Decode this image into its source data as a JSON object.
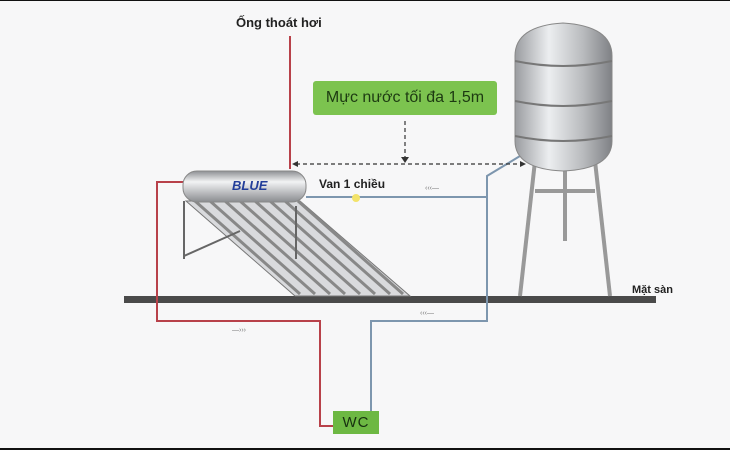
{
  "labels": {
    "vent_pipe": "Ống thoát hơi",
    "max_water_level": "Mực nước tối đa 1,5m",
    "check_valve": "Van 1 chiều",
    "floor": "Mặt sàn",
    "wc": "WC",
    "brand": "BLUE"
  },
  "colors": {
    "hot_pipe": "#b8414a",
    "cold_pipe": "#7d96ae",
    "label_box": "#7cc34f",
    "floor": "#4a4a4a"
  }
}
